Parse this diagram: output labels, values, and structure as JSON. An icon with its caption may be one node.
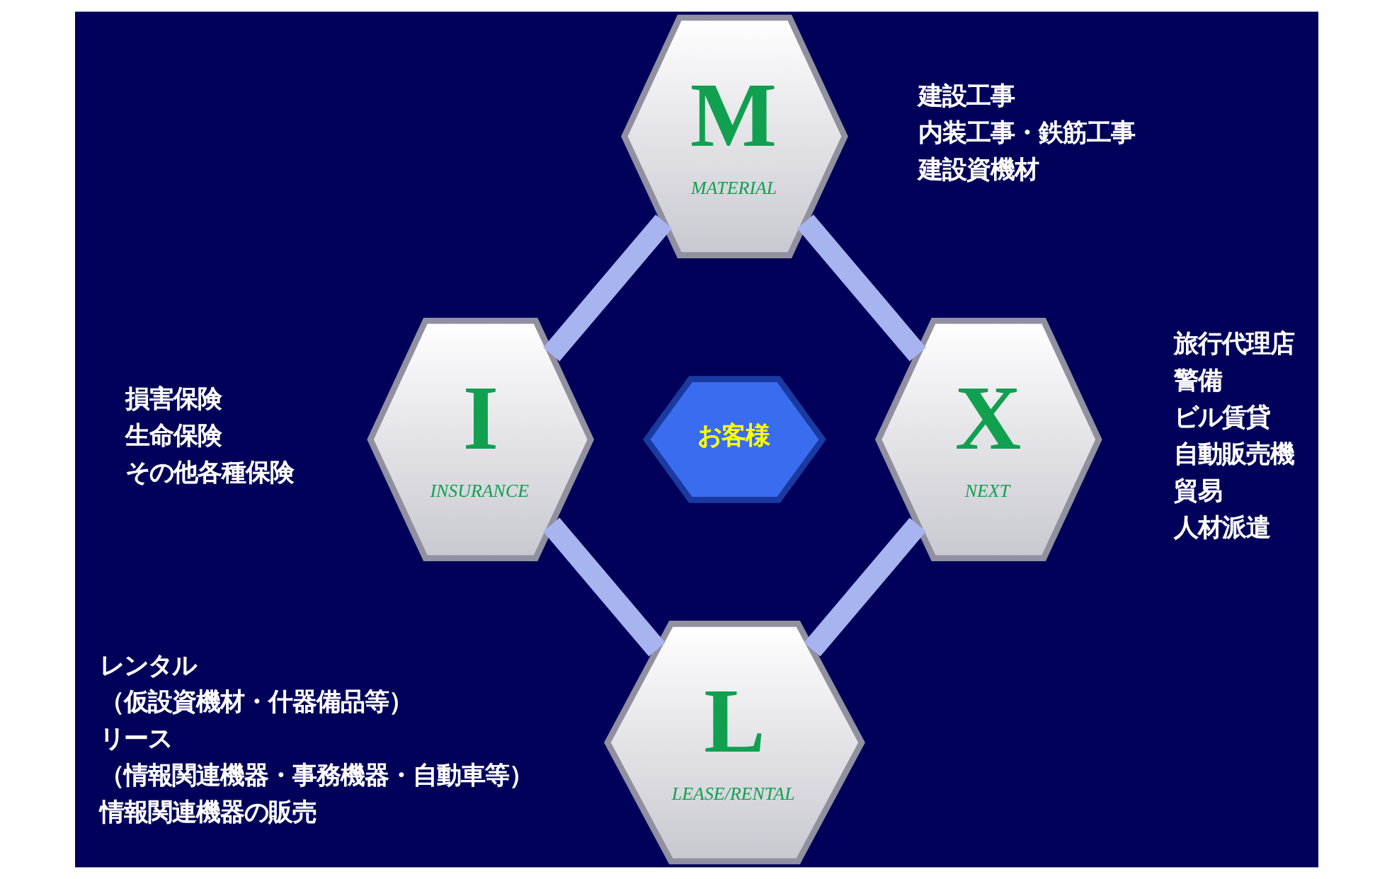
{
  "diagram": {
    "nodes": [
      {
        "text": [
          "お客様"
        ]
      },
      {
        "text": [
          "M",
          "MATERIAL"
        ],
        "beside": [
          "建設工事",
          "内装工事・鉄筋工事",
          "建設資機材"
        ]
      },
      {
        "text": [
          "I",
          "INSURANCE"
        ],
        "beside": [
          "損害保険",
          "生命保険",
          "その他各種保険"
        ]
      },
      {
        "text": [
          "X",
          "NEXT"
        ],
        "beside": [
          "旅行代理店",
          "警備",
          "ビル賃貸",
          "自動販売機",
          "貿易",
          "人材派遣"
        ]
      },
      {
        "text": [
          "L",
          "LEASE/RENTAL"
        ],
        "beside": [
          "レンタル",
          "（仮設資機材・什器備品等）",
          "リース",
          "（情報関連機器・事務機器・自動車等）",
          "情報関連機器の販売"
        ]
      }
    ],
    "edges": [
      {
        "from": 1,
        "to": 3,
        "arrow": "none"
      },
      {
        "from": 3,
        "to": 4,
        "arrow": "none"
      },
      {
        "from": 1,
        "to": 2,
        "arrow": "none"
      },
      {
        "from": 2,
        "to": 4,
        "arrow": "none"
      }
    ]
  }
}
